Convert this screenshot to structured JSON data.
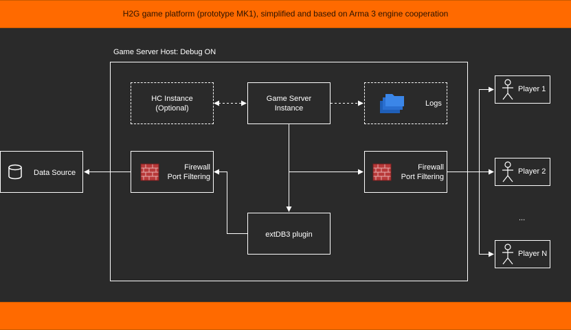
{
  "header": {
    "title": "H2G game platform (prototype MK1), simplified and based on Arma 3 engine cooperation"
  },
  "host": {
    "label": "Game Server Host: Debug ON"
  },
  "nodes": {
    "hc_instance": {
      "line1": "HC Instance",
      "line2": "(Optional)"
    },
    "game_server": {
      "line1": "Game Server",
      "line2": "Instance"
    },
    "logs": {
      "label": "Logs"
    },
    "data_source": {
      "label": "Data Source"
    },
    "firewall_left": {
      "line1": "Firewall",
      "line2": "Port Filtering"
    },
    "firewall_right": {
      "line1": "Firewall",
      "line2": "Port Filtering"
    },
    "extdb3": {
      "label": "extDB3 plugin"
    }
  },
  "players": {
    "p1": "Player 1",
    "p2": "Player 2",
    "ellipsis": "...",
    "pn": "Player N"
  },
  "colors": {
    "banner": "#ff6a00",
    "background": "#2a2a2a",
    "stroke": "#ffffff",
    "logs_icon": "#2f7de1",
    "firewall": "#b83a3a"
  }
}
